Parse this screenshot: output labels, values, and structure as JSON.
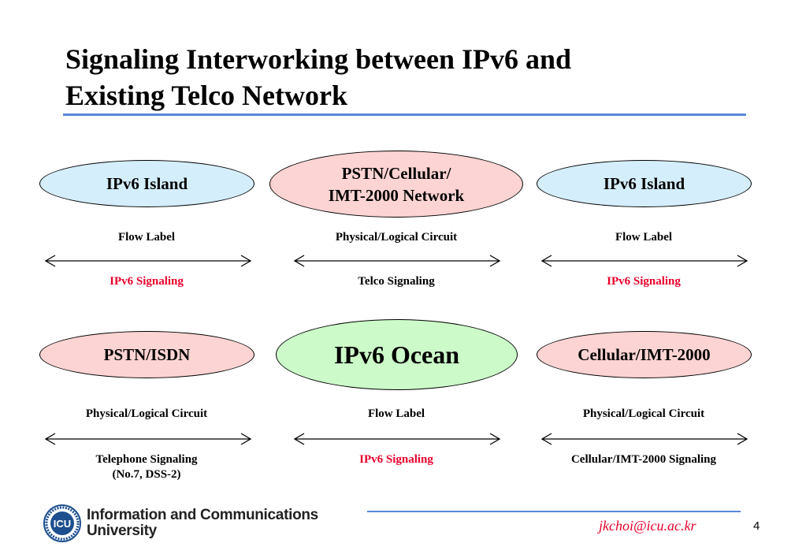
{
  "slide": {
    "title_line1": "Signaling Interworking between IPv6 and",
    "title_line2": "Existing Telco Network",
    "page_number": "4"
  },
  "row1": {
    "nodes": [
      {
        "line1": "IPv6 Island",
        "color": "#d5eefc"
      },
      {
        "line1": "PSTN/Cellular/",
        "line2": "IMT-2000 Network",
        "color": "#fcd4d3"
      },
      {
        "line1": "IPv6 Island",
        "color": "#d5eefc"
      }
    ],
    "links": [
      {
        "top_label": "Flow Label",
        "bottom_label": "IPv6 Signaling",
        "bottom_color": "#e8002b"
      },
      {
        "top_label": "Physical/Logical Circuit",
        "bottom_label": "Telco Signaling",
        "bottom_color": "#000000"
      },
      {
        "top_label": "Flow Label",
        "bottom_label": "IPv6 Signaling",
        "bottom_color": "#e8002b"
      }
    ]
  },
  "row2": {
    "nodes": [
      {
        "line1": "PSTN/ISDN",
        "color": "#fcd4d3"
      },
      {
        "line1": "IPv6 Ocean",
        "color": "#ccfbc9"
      },
      {
        "line1": "Cellular/IMT-2000",
        "color": "#fcd4d3"
      }
    ],
    "links": [
      {
        "top_label": "Physical/Logical Circuit",
        "bottom_label": "Telephone Signaling",
        "bottom_label2": "(No.7, DSS-2)",
        "bottom_color": "#000000"
      },
      {
        "top_label": "Flow Label",
        "bottom_label": "IPv6 Signaling",
        "bottom_color": "#e8002b"
      },
      {
        "top_label": "Physical/Logical Circuit",
        "bottom_label": "Cellular/IMT-2000 Signaling",
        "bottom_color": "#000000"
      }
    ]
  },
  "footer": {
    "logo_text": "ICU",
    "university_line1": "Information and Communications",
    "university_line2": "University",
    "email": "jkchoi@icu.ac.kr"
  },
  "colors": {
    "accent_rule": "#5b86d9",
    "signal_red": "#e8002b"
  }
}
